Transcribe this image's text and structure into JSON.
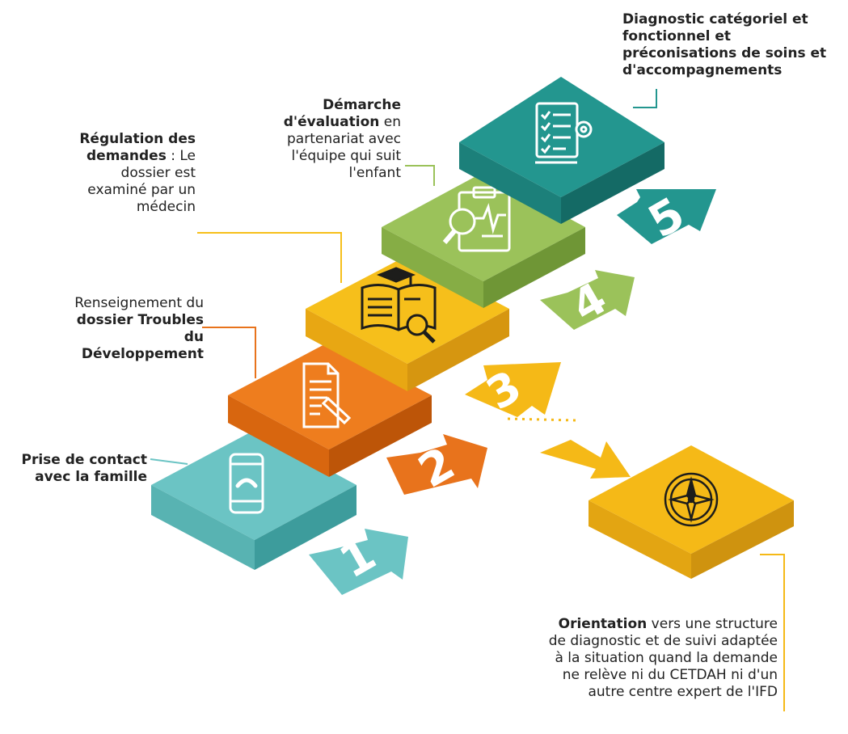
{
  "colors": {
    "teal_light": "#6bc4c4",
    "orange": "#e8731c",
    "yellow": "#f6bf1b",
    "green": "#9bc25a",
    "teal_dark": "#23968f",
    "orient_yellow": "#f5b917"
  },
  "steps": [
    {
      "number": "1",
      "icon": "smartphone-phone-icon",
      "label_bold": "Prise de contact avec la famille",
      "label_rest": ""
    },
    {
      "number": "2",
      "icon": "document-pen-icon",
      "label_pre": "Renseignement du ",
      "label_bold": "dossier Troubles du Développement",
      "label_rest": ""
    },
    {
      "number": "3",
      "icon": "book-magnifier-icon",
      "label_bold": "Régulation des demandes",
      "label_rest": " : Le dossier est examiné par un médecin"
    },
    {
      "number": "4",
      "icon": "clipboard-magnifier-icon",
      "label_bold": "Démarche d'évaluation",
      "label_rest": " en partenariat avec l'équipe qui suit l'enfant"
    },
    {
      "number": "5",
      "icon": "checklist-gear-icon",
      "label_bold": "Diagnostic catégoriel et fonctionnel et préconisations de soins et d'accompagnements",
      "label_rest": ""
    }
  ],
  "orientation": {
    "icon": "compass-icon",
    "label_bold": "Orientation",
    "label_rest": " vers une structure de diagnostic et de suivi adaptée à la situation quand la demande ne relève ni du CETDAH ni d'un autre centre expert de l'IFD"
  }
}
